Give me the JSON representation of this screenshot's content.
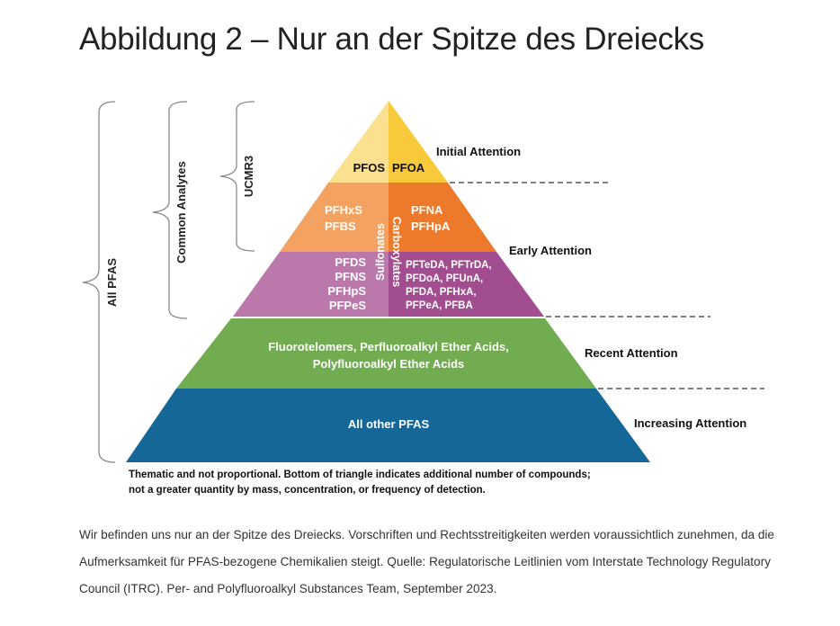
{
  "title": "Abbildung 2 – Nur an der Spitze des Dreiecks",
  "diagram": {
    "brackets": {
      "all": "All PFAS",
      "common": "Common Analytes",
      "ucmr": "UCMR3"
    },
    "tiers": {
      "top_left": "PFOS",
      "top_right": "PFOA",
      "orange_left": [
        "PFHxS",
        "PFBS"
      ],
      "orange_right": [
        "PFNA",
        "PFHpA"
      ],
      "purple_left": [
        "PFDS",
        "PFNS",
        "PFHpS",
        "PFPeS"
      ],
      "purple_right": [
        "PFTeDA, PFTrDA,",
        "PFDoA, PFUnA,",
        "PFDA, PFHxA,",
        "PFPeA, PFBA"
      ],
      "sulfonates": "Sulfonates",
      "carboxylates": "Carboxylates",
      "green": [
        "Fluorotelomers, Perfluoroalkyl Ether Acids,",
        "Polyfluoroalkyl Ether Acids"
      ],
      "blue": "All other PFAS"
    },
    "attention": [
      "Initial Attention",
      "Early Attention",
      "Recent Attention",
      "Increasing Attention"
    ],
    "note": [
      "Thematic and not proportional. Bottom of triangle indicates additional number of compounds;",
      "not a greater quantity by mass, concentration, or frequency of detection."
    ],
    "colors": {
      "yl": "#fbe08f",
      "yr": "#f8c93a",
      "ol": "#f3a261",
      "or": "#ed7a2a",
      "pl": "#bb78aa",
      "pr": "#a24d90",
      "green": "#72ac50",
      "blue": "#156797"
    }
  },
  "caption": "Wir befinden uns nur an der Spitze des Dreiecks. Vorschriften und Rechtsstreitigkeiten werden voraussichtlich zunehmen, da die Aufmerksamkeit für PFAS-bezogene Chemikalien steigt. Quelle: Regulatorische Leitlinien vom Interstate Technology Regulatory Council (ITRC). Per- and Polyfluoroalkyl Substances Team, September 2023."
}
